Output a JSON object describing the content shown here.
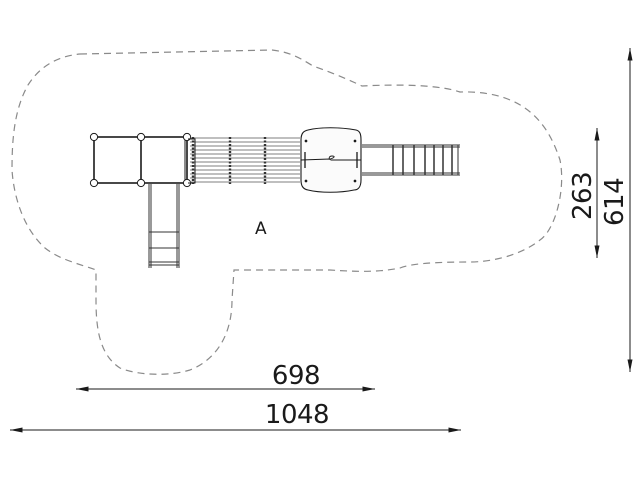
{
  "drawing": {
    "type": "playground equipment plan view with safety zone",
    "zone_label": "A",
    "colors": {
      "line": "#1a1a1a",
      "outline_dash": "#808080",
      "background": "#ffffff"
    }
  },
  "dimensions": {
    "width_total": "1048",
    "width_partial": "698",
    "height_total": "614",
    "height_partial": "263"
  },
  "components": [
    {
      "name": "platform-frame",
      "description": "two square deck modules with corner posts"
    },
    {
      "name": "ladder-left",
      "description": "ladder descending below platform"
    },
    {
      "name": "tunnel",
      "description": "ribbed tunnel bridge with rings"
    },
    {
      "name": "cabin",
      "description": "rounded cabin module"
    },
    {
      "name": "ladder-right",
      "description": "horizontal ladder extending right"
    }
  ]
}
